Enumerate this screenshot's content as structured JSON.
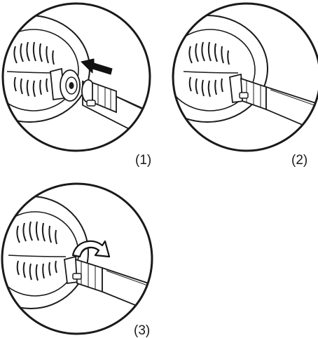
{
  "steps": [
    {
      "label": "(1)"
    },
    {
      "label": "(2)"
    },
    {
      "label": "(3)"
    }
  ],
  "colors": {
    "ink": "#1a1a1a",
    "background": "#ffffff",
    "arrow": "#111111"
  },
  "icons": [
    "push-arrow-icon",
    "rotate-arrow-icon"
  ]
}
